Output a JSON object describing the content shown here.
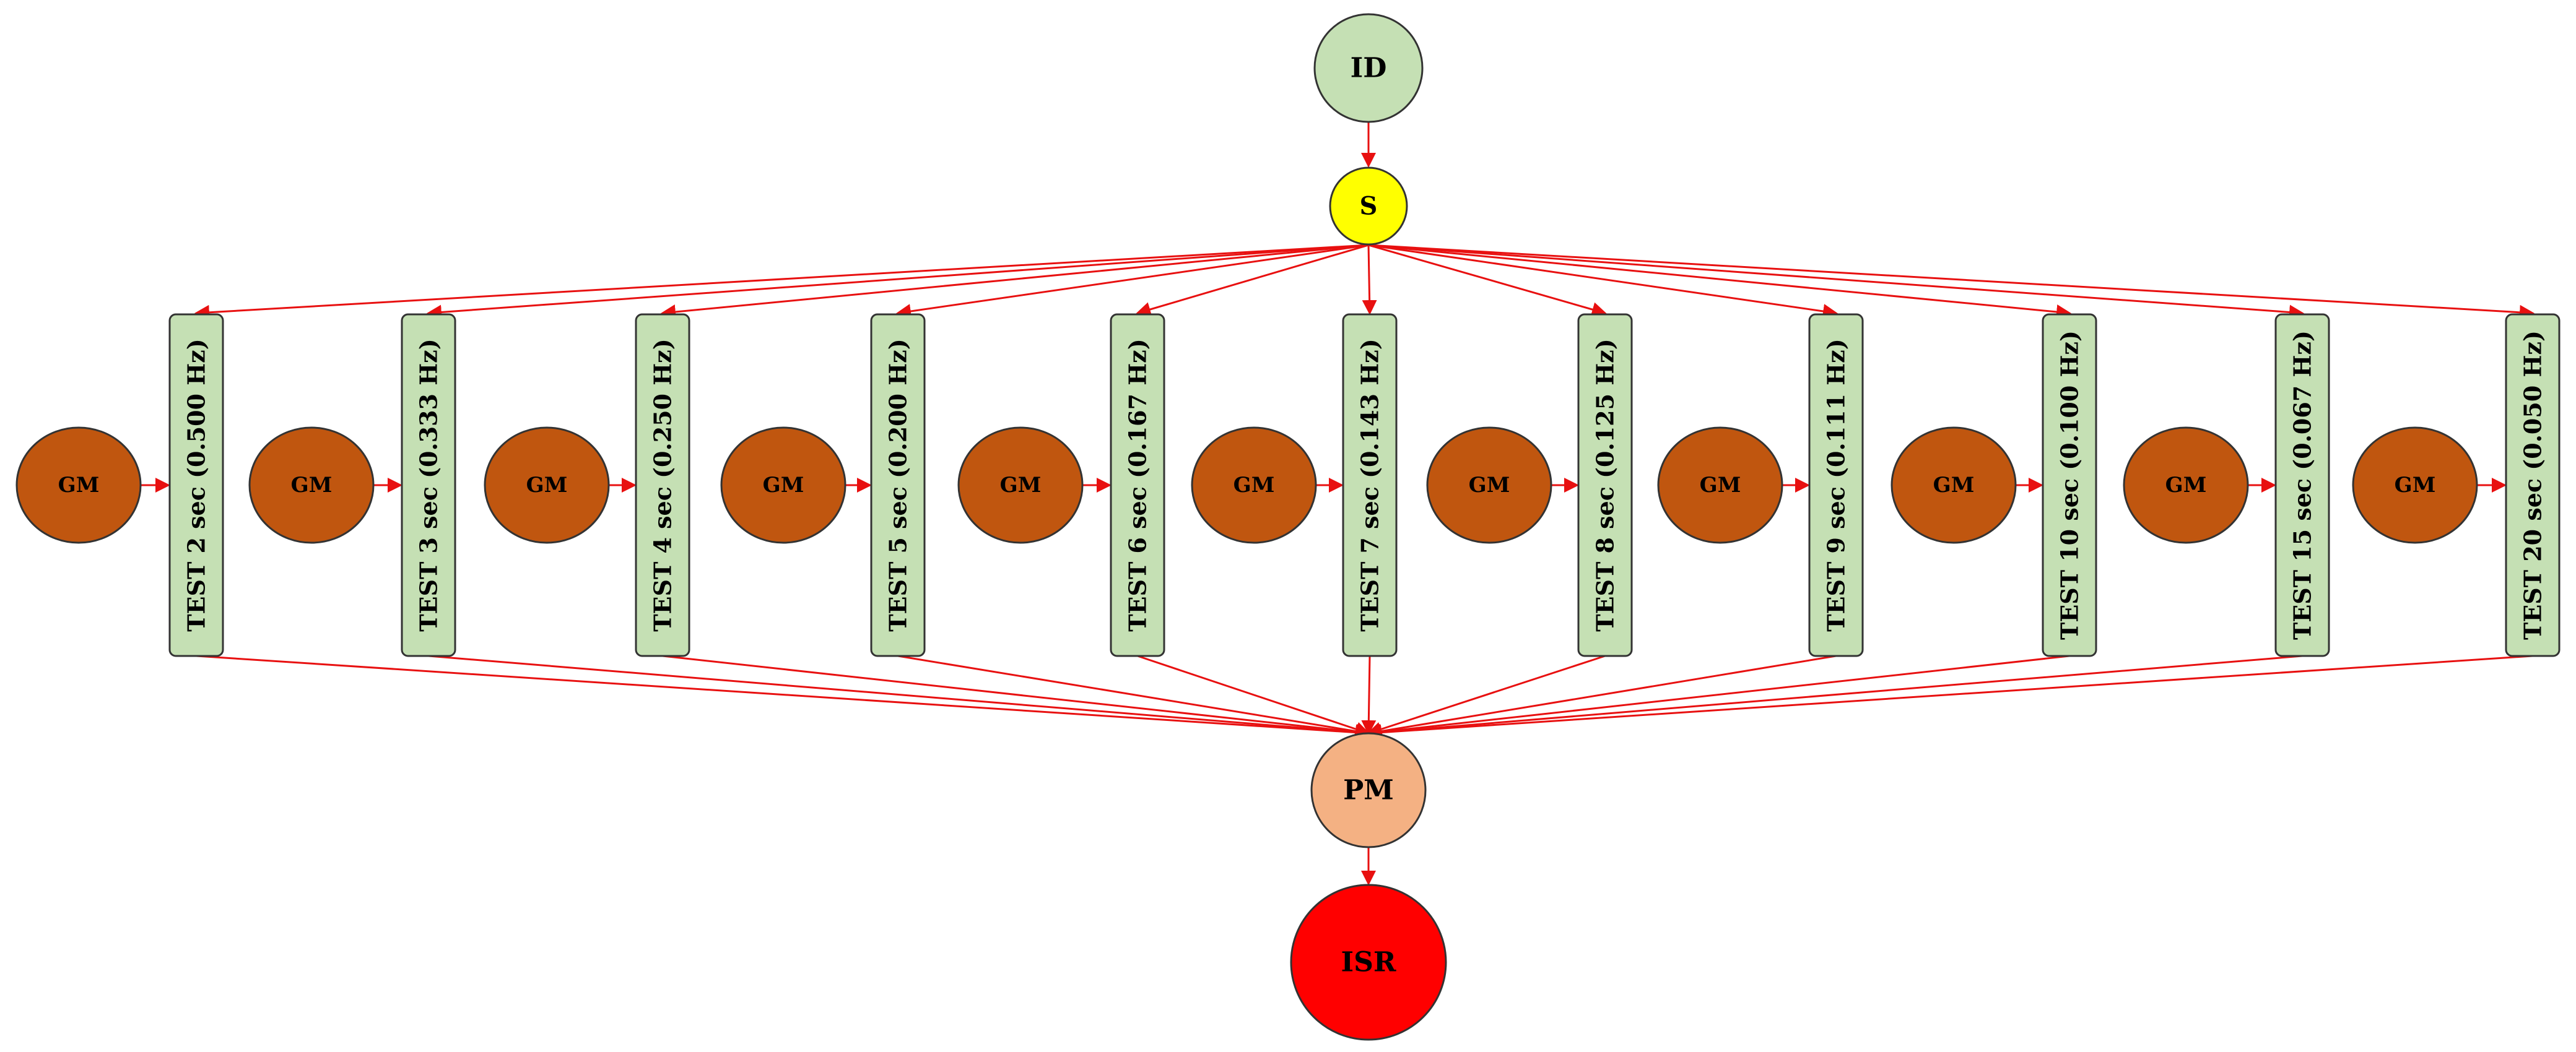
{
  "colors": {
    "edge": "#e81010",
    "node_border": "#333333",
    "id_fill": "#c5e0b4",
    "s_fill": "#ffff00",
    "test_fill": "#c5e0b4",
    "gm_fill": "#c0560f",
    "pm_fill": "#f4b183",
    "isr_fill": "#ff0000"
  },
  "nodes": {
    "id": {
      "label": "ID"
    },
    "s": {
      "label": "S"
    },
    "pm": {
      "label": "PM"
    },
    "isr": {
      "label": "ISR"
    }
  },
  "tests": [
    {
      "label": "TEST 2 sec (0.500 Hz)",
      "gm_label": "GM"
    },
    {
      "label": "TEST 3 sec (0.333 Hz)",
      "gm_label": "GM"
    },
    {
      "label": "TEST 4 sec (0.250 Hz)",
      "gm_label": "GM"
    },
    {
      "label": "TEST 5 sec (0.200 Hz)",
      "gm_label": "GM"
    },
    {
      "label": "TEST 6 sec (0.167 Hz)",
      "gm_label": "GM"
    },
    {
      "label": "TEST 7 sec (0.143 Hz)",
      "gm_label": "GM"
    },
    {
      "label": "TEST 8 sec (0.125 Hz)",
      "gm_label": "GM"
    },
    {
      "label": "TEST 9 sec (0.111 Hz)",
      "gm_label": "GM"
    },
    {
      "label": "TEST 10 sec (0.100 Hz)",
      "gm_label": "GM"
    },
    {
      "label": "TEST 15 sec (0.067 Hz)",
      "gm_label": "GM"
    },
    {
      "label": "TEST 20 sec (0.050 Hz)",
      "gm_label": "GM"
    }
  ]
}
